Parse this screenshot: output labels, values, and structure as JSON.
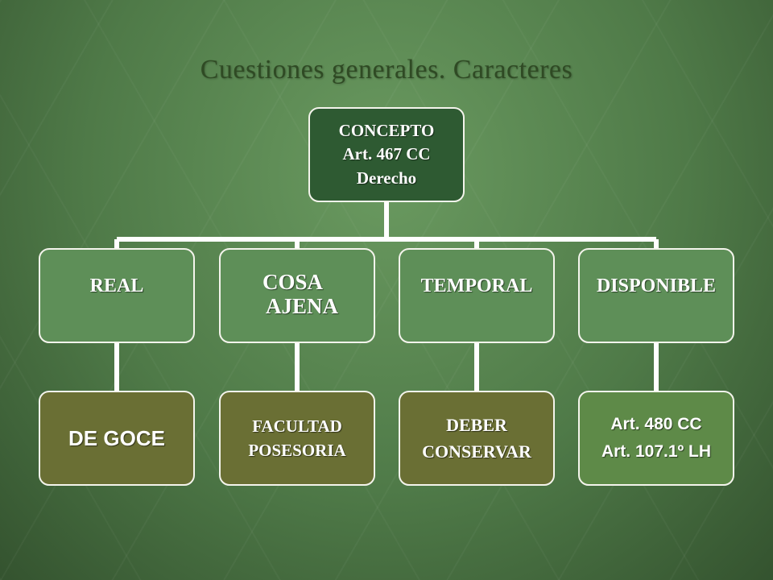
{
  "title": "Cuestiones generales. Caracteres",
  "root": {
    "lines": [
      "CONCEPTO",
      "Art. 467 CC",
      "Derecho"
    ]
  },
  "categories": [
    {
      "label_lines": [
        "REAL"
      ]
    },
    {
      "label_lines": [
        "COSA",
        "AJENA"
      ]
    },
    {
      "label_lines": [
        "TEMPORAL"
      ]
    },
    {
      "label_lines": [
        "DISPONIBLE"
      ]
    }
  ],
  "leaves": [
    {
      "lines": [
        "DE GOCE"
      ]
    },
    {
      "lines": [
        "FACULTAD",
        "POSESORIA"
      ]
    },
    {
      "lines": [
        "DEBER",
        "CONSERVAR"
      ]
    },
    {
      "lines": [
        "Art. 480 CC",
        "Art. 107.1º LH"
      ]
    }
  ],
  "colors": {
    "background": "#4f7a48",
    "root_box": "#2e5a32",
    "category_box": "#5e8f58",
    "leaf_box_olive": "#6a6f34",
    "leaf_box_green": "#5e8a48",
    "connector": "#ffffff"
  }
}
